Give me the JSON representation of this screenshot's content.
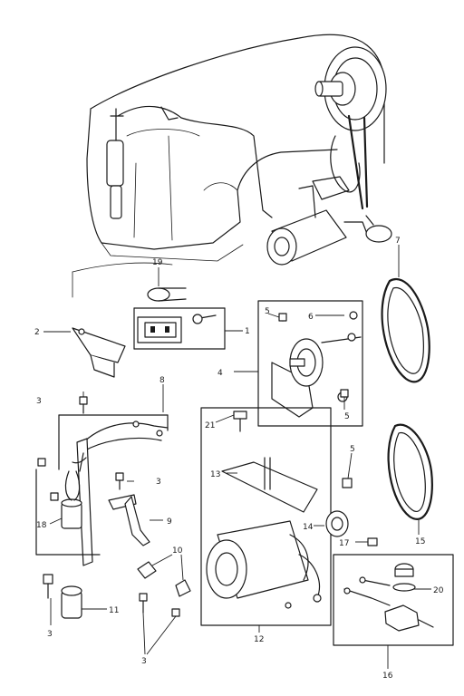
{
  "callouts": {
    "c1": "1",
    "c2": "2",
    "c3a": "3",
    "c3b": "3",
    "c3c": "3",
    "c3d": "3",
    "c4": "4",
    "c5a": "5",
    "c5b": "5",
    "c5c": "5",
    "c6": "6",
    "c7": "7",
    "c8": "8",
    "c9": "9",
    "c10": "10",
    "c11": "11",
    "c12": "12",
    "c13": "13",
    "c14": "14",
    "c15": "15",
    "c16": "16",
    "c17": "17",
    "c18": "18",
    "c19": "19",
    "c20": "20",
    "c21": "21"
  }
}
